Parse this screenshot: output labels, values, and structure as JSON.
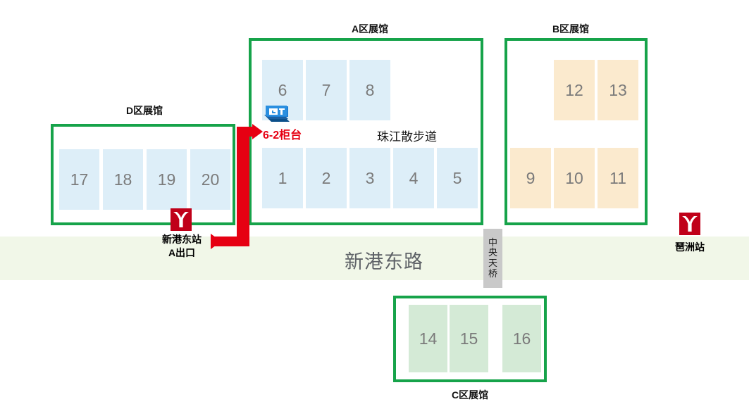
{
  "map": {
    "road": {
      "name": "新港东路",
      "band_color": "#f1f7e8"
    },
    "promenade": {
      "name": "珠江散步道"
    },
    "footbridge": {
      "name": "中央天桥",
      "chars": [
        "中",
        "央",
        "天",
        "桥"
      ]
    },
    "halls": [
      {
        "id": "hall-a",
        "title": "A区展馆",
        "cell_color": "#ddeef8",
        "booths": [
          "6",
          "7",
          "8",
          "1",
          "2",
          "3",
          "4",
          "5"
        ]
      },
      {
        "id": "hall-b",
        "title": "B区展馆",
        "cell_color": "#fbeace",
        "booths": [
          "12",
          "13",
          "9",
          "10",
          "11"
        ]
      },
      {
        "id": "hall-c",
        "title": "C区展馆",
        "cell_color": "#d4ead6",
        "booths": [
          "14",
          "15",
          "16"
        ]
      },
      {
        "id": "hall-d",
        "title": "D区展馆",
        "cell_color": "#ddeef8",
        "booths": [
          "17",
          "18",
          "19",
          "20"
        ]
      }
    ],
    "stations": [
      {
        "id": "station-xingang-east",
        "name": "新港东站",
        "exit": "A出口",
        "marker_color": "#c00019",
        "icon": "guangzhou-metro-icon"
      },
      {
        "id": "station-pazhou",
        "name": "琶洲站",
        "exit": "",
        "marker_color": "#c00019",
        "icon": "guangzhou-metro-icon"
      }
    ],
    "route": {
      "color": "#e60012",
      "destination_label": "6-2柜台",
      "brand_icon": "company-logo-icon"
    }
  }
}
